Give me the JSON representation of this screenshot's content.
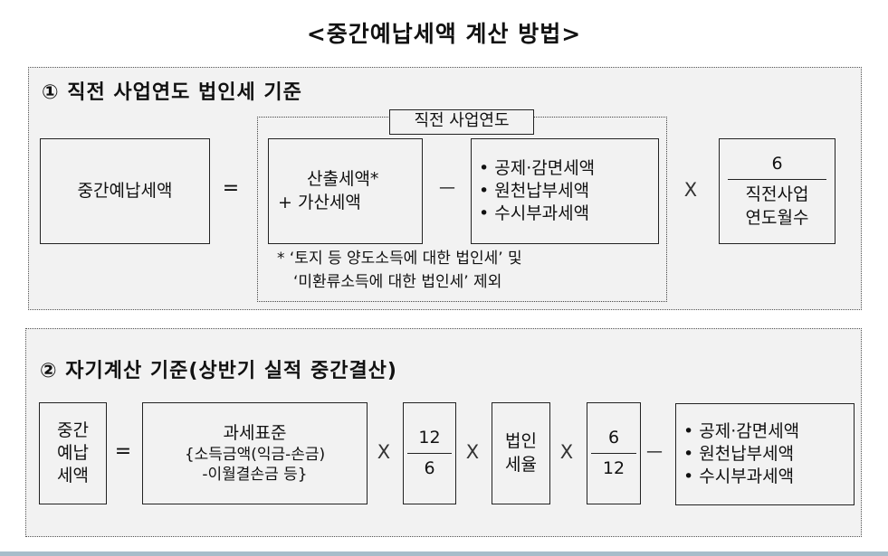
{
  "title": "<중간예납세액 계산 방법>",
  "section1": {
    "heading": "① 직전 사업연도 법인세 기준",
    "result_label": "중간예납세액",
    "equals": "=",
    "period_label": "직전 사업연도",
    "tax_box": {
      "line1": "산출세액*",
      "line2": "+ 가산세액"
    },
    "minus": "—",
    "deductions": [
      "• 공제·감면세액",
      "• 원천납부세액",
      "• 수시부과세액"
    ],
    "times": "X",
    "fraction": {
      "numerator": "6",
      "denominator_line1": "직전사업",
      "denominator_line2": "연도월수"
    },
    "footnote": {
      "line1": "* ‘토지 등 양도소득에 대한 법인세’ 및",
      "line2": "‘미환류소득에 대한 법인세’ 제외"
    }
  },
  "section2": {
    "heading": "② 자기계산 기준(상반기 실적 중간결산)",
    "result_label": [
      "중간",
      "예납",
      "세액"
    ],
    "equals": "=",
    "tax_base": {
      "line1": "과세표준",
      "line2": "{소득금액(익금-손금)",
      "line3": "-이월결손금 등}"
    },
    "times": "X",
    "fraction1": {
      "numerator": "12",
      "denominator": "6"
    },
    "tax_rate": [
      "법인",
      "세율"
    ],
    "fraction2": {
      "numerator": "6",
      "denominator": "12"
    },
    "minus": "—",
    "deductions": [
      "• 공제·감면세액",
      "• 원천납부세액",
      "• 수시부과세액"
    ]
  },
  "colors": {
    "panel_bg": "#f2f2f2",
    "border": "#222222",
    "bottom_bar": "#a7bdca"
  }
}
